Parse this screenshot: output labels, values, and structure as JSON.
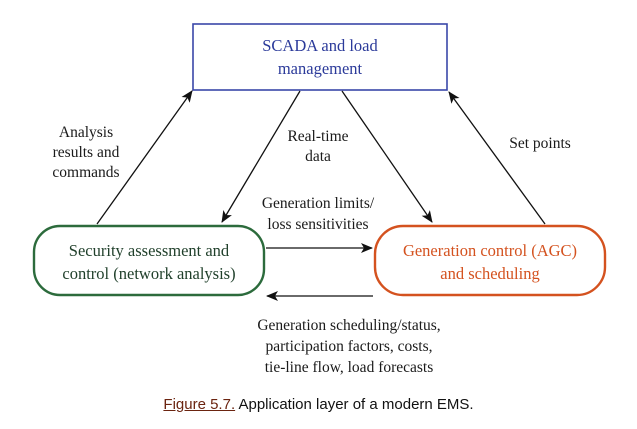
{
  "nodes": {
    "scada": {
      "lines": [
        "SCADA and load",
        "management"
      ],
      "color": "#3a47a8"
    },
    "security": {
      "lines": [
        "Security assessment and",
        "control (network analysis)"
      ],
      "color": "#2c6b3c"
    },
    "generation": {
      "lines": [
        "Generation control (AGC)",
        "and scheduling"
      ],
      "color": "#d4521f"
    }
  },
  "edges": {
    "analysis": [
      "Analysis",
      "results and",
      "commands"
    ],
    "realtime": [
      "Real-time",
      "data"
    ],
    "setpoints": [
      "Set points"
    ],
    "limits": [
      "Generation limits/",
      "loss sensitivities"
    ],
    "scheduling": [
      "Generation scheduling/status,",
      "participation factors, costs,",
      "tie-line flow, load forecasts"
    ]
  },
  "caption": {
    "figure": "Figure 5.7.",
    "text": "Application layer of a modern EMS."
  }
}
